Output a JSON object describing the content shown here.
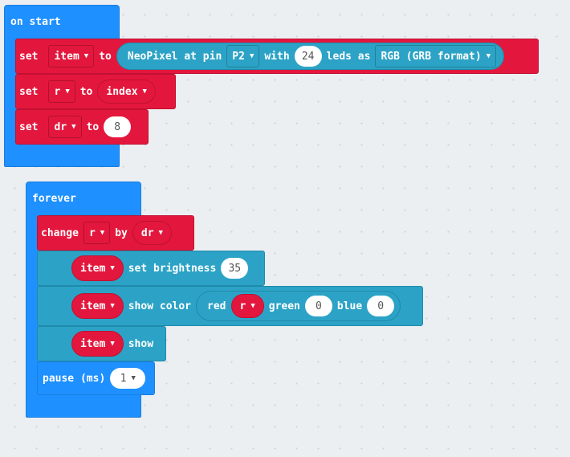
{
  "colors": {
    "events": "#1e90ff",
    "variables": "#e3173d",
    "neopixel": "#2ca3c6",
    "basic": "#1e90ff"
  },
  "icons": {
    "dropdown": "triangle-down-icon"
  },
  "on_start": {
    "label": "on start",
    "b1": {
      "set": "set",
      "var": "item",
      "to": "to",
      "np_label": "NeoPixel at pin",
      "pin": "P2",
      "with": "with",
      "leds_value": "24",
      "leds": "leds as",
      "mode": "RGB (GRB format)"
    },
    "b2": {
      "set": "set",
      "var": "r",
      "to": "to",
      "value": "index"
    },
    "b3": {
      "set": "set",
      "var": "dr",
      "to": "to",
      "value": "8"
    }
  },
  "forever": {
    "label": "forever",
    "change": {
      "label": "change",
      "var": "r",
      "by": "by",
      "value": "dr"
    },
    "brightness": {
      "var": "item",
      "label": "set brightness",
      "value": "35"
    },
    "show_color": {
      "var": "item",
      "label": "show color",
      "red": "red",
      "red_value": "r",
      "green": "green",
      "green_value": "0",
      "blue": "blue",
      "blue_value": "0"
    },
    "show": {
      "var": "item",
      "label": "show"
    },
    "pause": {
      "label": "pause (ms)",
      "value": "1"
    }
  }
}
